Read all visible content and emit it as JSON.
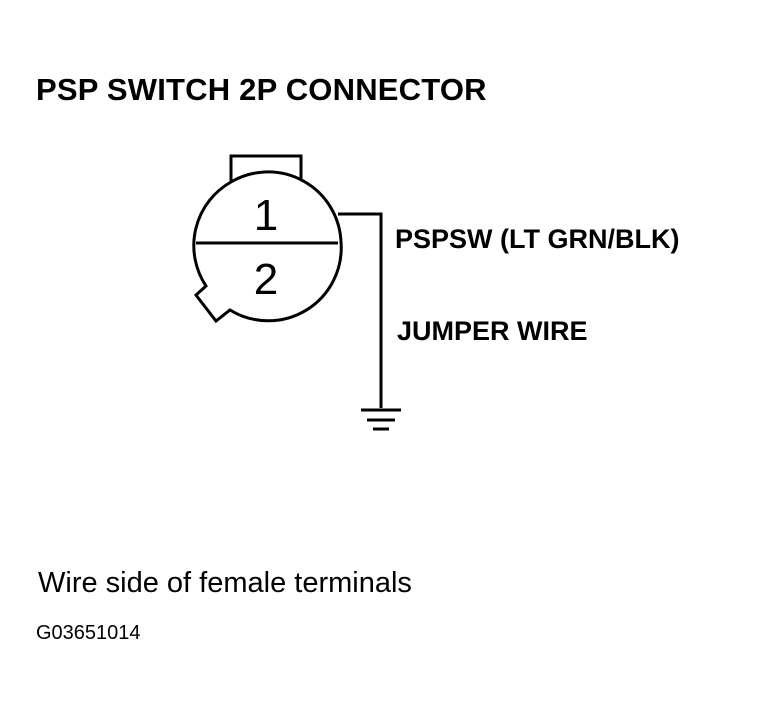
{
  "title": "PSP SWITCH 2P CONNECTOR",
  "connector": {
    "pin_top": "1",
    "pin_bottom": "2"
  },
  "labels": {
    "wire": "PSPSW (LT GRN/BLK)",
    "jumper": "JUMPER WIRE"
  },
  "caption": "Wire side of female terminals",
  "figure_code": "G03651014"
}
